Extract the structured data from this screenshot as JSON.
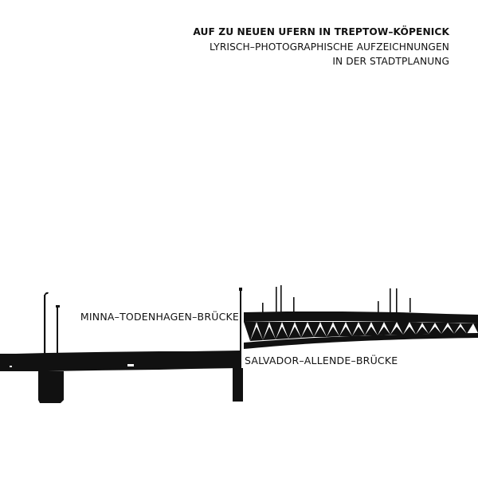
{
  "header": {
    "title": "AUF ZU NEUEN UFERN IN TREPTOW–KÖPENICK",
    "subtitle_line1": "LYRISCH–PHOTOGRAPHISCHE AUFZEICHNUNGEN",
    "subtitle_line2": "IN DER STADTPLANUNG"
  },
  "bridges": {
    "left_label": "MINNA–TODENHAGEN–BRÜCKE",
    "right_label": "SALVADOR–ALLENDE–BRÜCKE"
  },
  "colors": {
    "ink": "#111111",
    "background": "#ffffff"
  }
}
